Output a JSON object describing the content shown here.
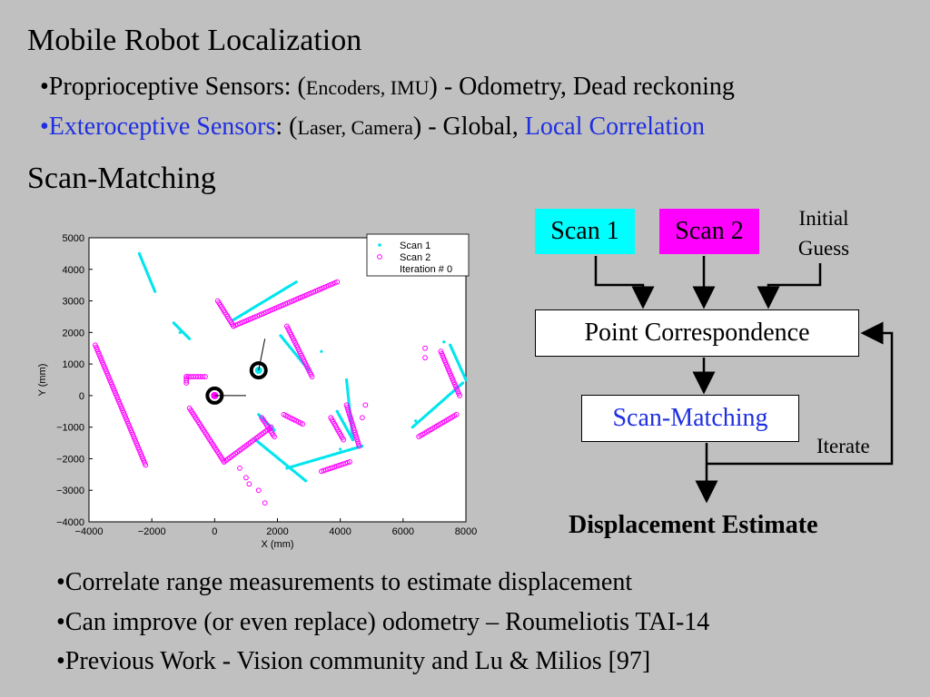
{
  "slide": {
    "title": "Mobile Robot Localization",
    "bullet1": {
      "prefix": "•Proprioceptive Sensors:  (",
      "small": "Encoders, IMU",
      "suffix": ") - Odometry, Dead reckoning"
    },
    "bullet2": {
      "label": "•Exteroceptive Sensors",
      "colon": ":  (",
      "small": "Laser, Camera",
      "mid": ") - Global, ",
      "local": "Local Correlation"
    },
    "subtitle": "Scan-Matching",
    "bottom_bullets": [
      "•Correlate range measurements to estimate displacement",
      "•Can improve (or even replace) odometry – Roumeliotis TAI-14",
      "•Previous Work - Vision community and Lu & Milios [97]"
    ]
  },
  "diagram": {
    "scan1": "Scan 1",
    "scan2": "Scan 2",
    "initial_guess_line1": "Initial",
    "initial_guess_line2": "Guess",
    "point_correspondence": "Point Correspondence",
    "scan_matching": "Scan-Matching",
    "iterate": "Iterate",
    "displacement": "Displacement Estimate",
    "colors": {
      "scan1": "#00ffff",
      "scan2": "#ff00ff",
      "text_blue": "#1f2fe0"
    }
  },
  "chart_data": {
    "type": "scatter",
    "title": "",
    "xlabel": "X (mm)",
    "ylabel": "Y (mm)",
    "xlim": [
      -4000,
      8000
    ],
    "ylim": [
      -4000,
      5000
    ],
    "xticks": [
      "−4000",
      "−2000",
      "0",
      "2000",
      "4000",
      "6000",
      "8000"
    ],
    "yticks": [
      "5000",
      "4000",
      "3000",
      "2000",
      "1000",
      "0",
      "−1000",
      "−2000",
      "−3000",
      "−4000"
    ],
    "legend": [
      "Scan 1",
      "Scan 2",
      "Iteration # 0"
    ],
    "legend_placement": "top-right",
    "series": [
      {
        "name": "Scan 1",
        "color": "#00e5ee",
        "segments": [
          [
            [
              -2400,
              4500
            ],
            [
              -1900,
              3300
            ]
          ],
          [
            [
              600,
              2400
            ],
            [
              2600,
              3600
            ]
          ],
          [
            [
              -1300,
              2300
            ],
            [
              -800,
              1800
            ]
          ],
          [
            [
              2100,
              1900
            ],
            [
              3000,
              800
            ]
          ],
          [
            [
              1300,
              -1400
            ],
            [
              2900,
              -2700
            ]
          ],
          [
            [
              2300,
              -2300
            ],
            [
              4700,
              -1600
            ]
          ],
          [
            [
              6300,
              -1000
            ],
            [
              7900,
              400
            ]
          ],
          [
            [
              7500,
              1600
            ],
            [
              8000,
              500
            ]
          ],
          [
            [
              4200,
              500
            ],
            [
              4400,
              -1400
            ]
          ],
          [
            [
              3900,
              -500
            ],
            [
              4400,
              -1400
            ]
          ],
          [
            [
              1400,
              -600
            ],
            [
              1900,
              -1100
            ]
          ]
        ],
        "points": [
          [
            1400,
            800
          ],
          [
            -1100,
            2000
          ],
          [
            3400,
            1400
          ],
          [
            7300,
            1700
          ],
          [
            6400,
            -800
          ],
          [
            4000,
            -1700
          ]
        ]
      },
      {
        "name": "Scan 2",
        "color": "#ff00ff",
        "segments": [
          [
            [
              -3800,
              1600
            ],
            [
              -2200,
              -2200
            ]
          ],
          [
            [
              100,
              3000
            ],
            [
              600,
              2200
            ]
          ],
          [
            [
              600,
              2200
            ],
            [
              3900,
              3600
            ]
          ],
          [
            [
              -900,
              600
            ],
            [
              -300,
              600
            ]
          ],
          [
            [
              -900,
              600
            ],
            [
              -900,
              400
            ]
          ],
          [
            [
              2300,
              2200
            ],
            [
              3100,
              600
            ]
          ],
          [
            [
              -800,
              -400
            ],
            [
              300,
              -2100
            ]
          ],
          [
            [
              300,
              -2100
            ],
            [
              1800,
              -1000
            ]
          ],
          [
            [
              1500,
              -700
            ],
            [
              1900,
              -1300
            ]
          ],
          [
            [
              7200,
              1400
            ],
            [
              7800,
              0
            ]
          ],
          [
            [
              6500,
              -1300
            ],
            [
              7700,
              -600
            ]
          ],
          [
            [
              4200,
              -300
            ],
            [
              4600,
              -1600
            ]
          ],
          [
            [
              3400,
              -2400
            ],
            [
              4300,
              -2100
            ]
          ],
          [
            [
              2200,
              -600
            ],
            [
              2800,
              -900
            ]
          ],
          [
            [
              3700,
              -700
            ],
            [
              4100,
              -1400
            ]
          ]
        ],
        "points": [
          [
            1100,
            -2800
          ],
          [
            1600,
            -3400
          ],
          [
            1400,
            -3000
          ],
          [
            6700,
            1500
          ],
          [
            6700,
            1200
          ],
          [
            4800,
            -300
          ],
          [
            4700,
            -700
          ],
          [
            800,
            -2300
          ],
          [
            1000,
            -2600
          ]
        ]
      }
    ],
    "robot_poses": [
      {
        "label": "Scan 1 pose",
        "x": 1400,
        "y": 800,
        "color": "#00e5ee"
      },
      {
        "label": "Scan 2 pose",
        "x": 0,
        "y": 0,
        "color": "#ff00ff"
      }
    ]
  }
}
